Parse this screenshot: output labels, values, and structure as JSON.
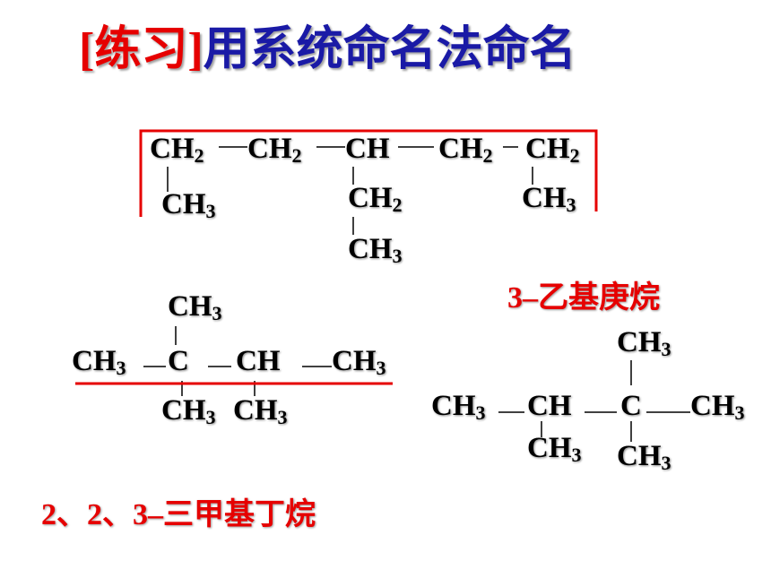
{
  "title": {
    "open_bracket": "[",
    "tag": "练习",
    "close_bracket": "]",
    "text": "用系统命名法命名"
  },
  "colors": {
    "title": "#1a1aa6",
    "accent": "#e60000",
    "bond": "#000000"
  },
  "mol1": {
    "g1": "CH",
    "g1s": "2",
    "g2": "CH",
    "g2s": "2",
    "g3": "CH",
    "g4": "CH",
    "g4s": "2",
    "g5": "CH",
    "g5s": "2",
    "b1": "CH",
    "b1s": "3",
    "b2": "CH",
    "b2s": "2",
    "b3": "CH",
    "b3s": "3",
    "b4": "CH",
    "b4s": "3",
    "answer_num": "3–",
    "answer_name": "乙基庚烷"
  },
  "mol2": {
    "top": "CH",
    "tops": "3",
    "m1": "CH",
    "m1s": "3",
    "m2": "C",
    "m3": "CH",
    "m4": "CH",
    "m4s": "3",
    "b1": "CH",
    "b1s": "3",
    "b2": "CH",
    "b2s": "3",
    "answer_num": "2、2、3–",
    "answer_name": "三甲基丁烷"
  },
  "mol3": {
    "top": "CH",
    "tops": "3",
    "m1": "CH",
    "m1s": "3",
    "m2": "CH",
    "m3": "C",
    "m4": "CH",
    "m4s": "3",
    "b1": "CH",
    "b1s": "3",
    "b2": "CH",
    "b2s": "3"
  }
}
